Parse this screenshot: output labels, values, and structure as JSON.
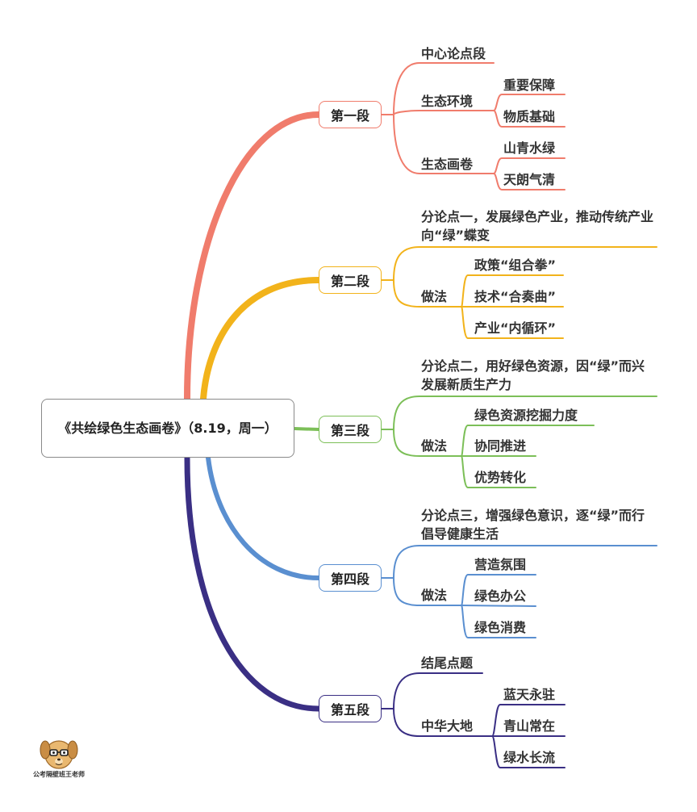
{
  "root": {
    "title": "《共绘绿色生态画卷》（8.19，周一）"
  },
  "colors": {
    "sec1": "#f07c6c",
    "sec2": "#f2b31b",
    "sec3": "#7cbf58",
    "sec4": "#5a8fd0",
    "sec5": "#3a2f84"
  },
  "sections": [
    {
      "label": "第一段",
      "children": [
        {
          "label": "中心论点段"
        },
        {
          "label": "生态环境",
          "children": [
            {
              "label": "重要保障"
            },
            {
              "label": "物质基础"
            }
          ]
        },
        {
          "label": "生态画卷",
          "children": [
            {
              "label": "山青水绿"
            },
            {
              "label": "天朗气清"
            }
          ]
        }
      ]
    },
    {
      "label": "第二段",
      "children": [
        {
          "label": "分论点一，发展绿色产业，推动传统产业向“绿”蝶变"
        },
        {
          "label": "做法",
          "children": [
            {
              "label": "政策“组合拳”"
            },
            {
              "label": "技术“合奏曲”"
            },
            {
              "label": "产业“内循环”"
            }
          ]
        }
      ]
    },
    {
      "label": "第三段",
      "children": [
        {
          "label": "分论点二，用好绿色资源，因“绿”而兴发展新质生产力"
        },
        {
          "label": "做法",
          "children": [
            {
              "label": "绿色资源挖掘力度"
            },
            {
              "label": "协同推进"
            },
            {
              "label": "优势转化"
            }
          ]
        }
      ]
    },
    {
      "label": "第四段",
      "children": [
        {
          "label": "分论点三，增强绿色意识，逐“绿”而行倡导健康生活"
        },
        {
          "label": "做法",
          "children": [
            {
              "label": "营造氛围"
            },
            {
              "label": "绿色办公"
            },
            {
              "label": "绿色消费"
            }
          ]
        }
      ]
    },
    {
      "label": "第五段",
      "children": [
        {
          "label": "结尾点题"
        },
        {
          "label": "中华大地",
          "children": [
            {
              "label": "蓝天永驻"
            },
            {
              "label": "青山常在"
            },
            {
              "label": "绿水长流"
            }
          ]
        }
      ]
    }
  ],
  "watermark": {
    "text": "公考隔壁班王老师",
    "icon": "cartoon-dog-icon"
  }
}
